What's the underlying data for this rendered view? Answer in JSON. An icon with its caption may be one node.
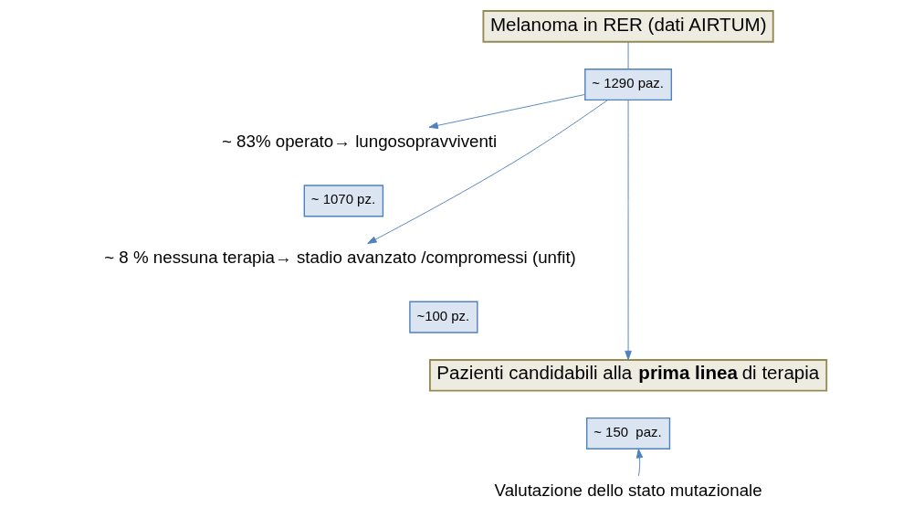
{
  "diagram": {
    "nodes": [
      {
        "text": [
          "Melanoma in RER (dati AIRTUM)"
        ]
      },
      {
        "text": [
          "~ 1290 paz."
        ]
      },
      {
        "text": [
          "~ 83% operato→ lungosopravviventi"
        ]
      },
      {
        "text": [
          "~ 1070 pz."
        ]
      },
      {
        "text": [
          "~ 8 % nessuna terapia→ stadio avanzato /compromessi (unfit)"
        ]
      },
      {
        "text": [
          "~100 pz."
        ]
      },
      {
        "text": [
          "Pazienti candidabili alla **prima linea** di terapia"
        ]
      },
      {
        "text": [
          "~ 150  paz."
        ]
      },
      {
        "text": [
          "Valutazione dello stato mutazionale"
        ]
      }
    ],
    "edges": [
      {
        "from": 0,
        "to": 1,
        "arrow": "none"
      },
      {
        "from": 1,
        "to": 2,
        "arrow": "to"
      },
      {
        "from": 1,
        "to": 4,
        "arrow": "to"
      },
      {
        "from": 1,
        "to": 6,
        "arrow": "to"
      },
      {
        "from": 8,
        "to": 7,
        "arrow": "to"
      }
    ]
  }
}
